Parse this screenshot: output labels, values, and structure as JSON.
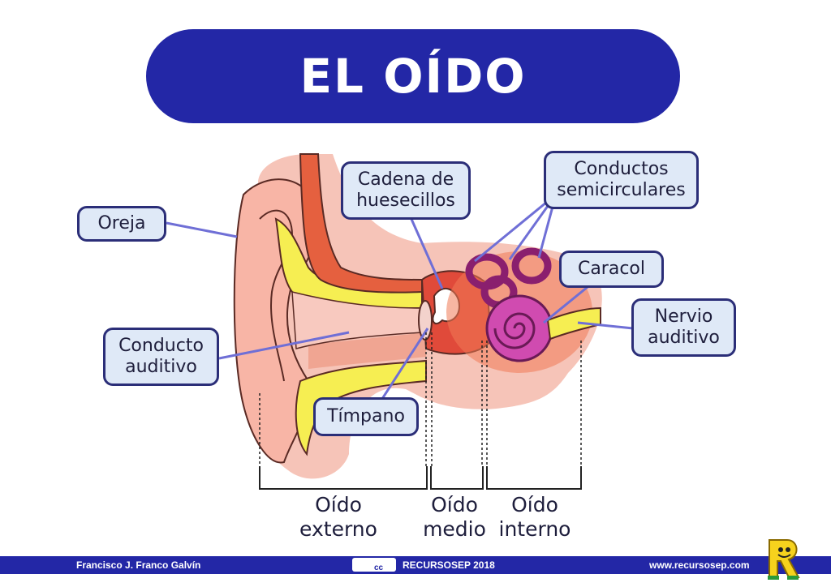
{
  "title": "EL OÍDO",
  "labels": {
    "oreja": "Oreja",
    "conducto_auditivo": [
      "Conducto",
      "auditivo"
    ],
    "cadena": [
      "Cadena de",
      "huesecillos"
    ],
    "conductos_semicirculares": [
      "Conductos",
      "semicirculares"
    ],
    "caracol": "Caracol",
    "nervio": [
      "Nervio",
      "auditivo"
    ],
    "timpano": "Tímpano"
  },
  "sections": {
    "externo": [
      "Oído",
      "externo"
    ],
    "medio": [
      "Oído",
      "medio"
    ],
    "interno": [
      "Oído",
      "interno"
    ]
  },
  "footer": {
    "author": "Francisco J. Franco Galvín",
    "license": "cc",
    "brand": "RECURSOSEP 2018",
    "website": "www.recursosep.com"
  },
  "colors": {
    "banner": "#2327a6",
    "label_fill": "#dfe9f7",
    "label_border": "#2b2e78",
    "leader": "#6f6fd6",
    "skin": "#f6b8ab",
    "canal": "#f6ee52",
    "cochlea": "#d04bb0"
  },
  "icons": {
    "logo": "recursosep-r-logo"
  }
}
